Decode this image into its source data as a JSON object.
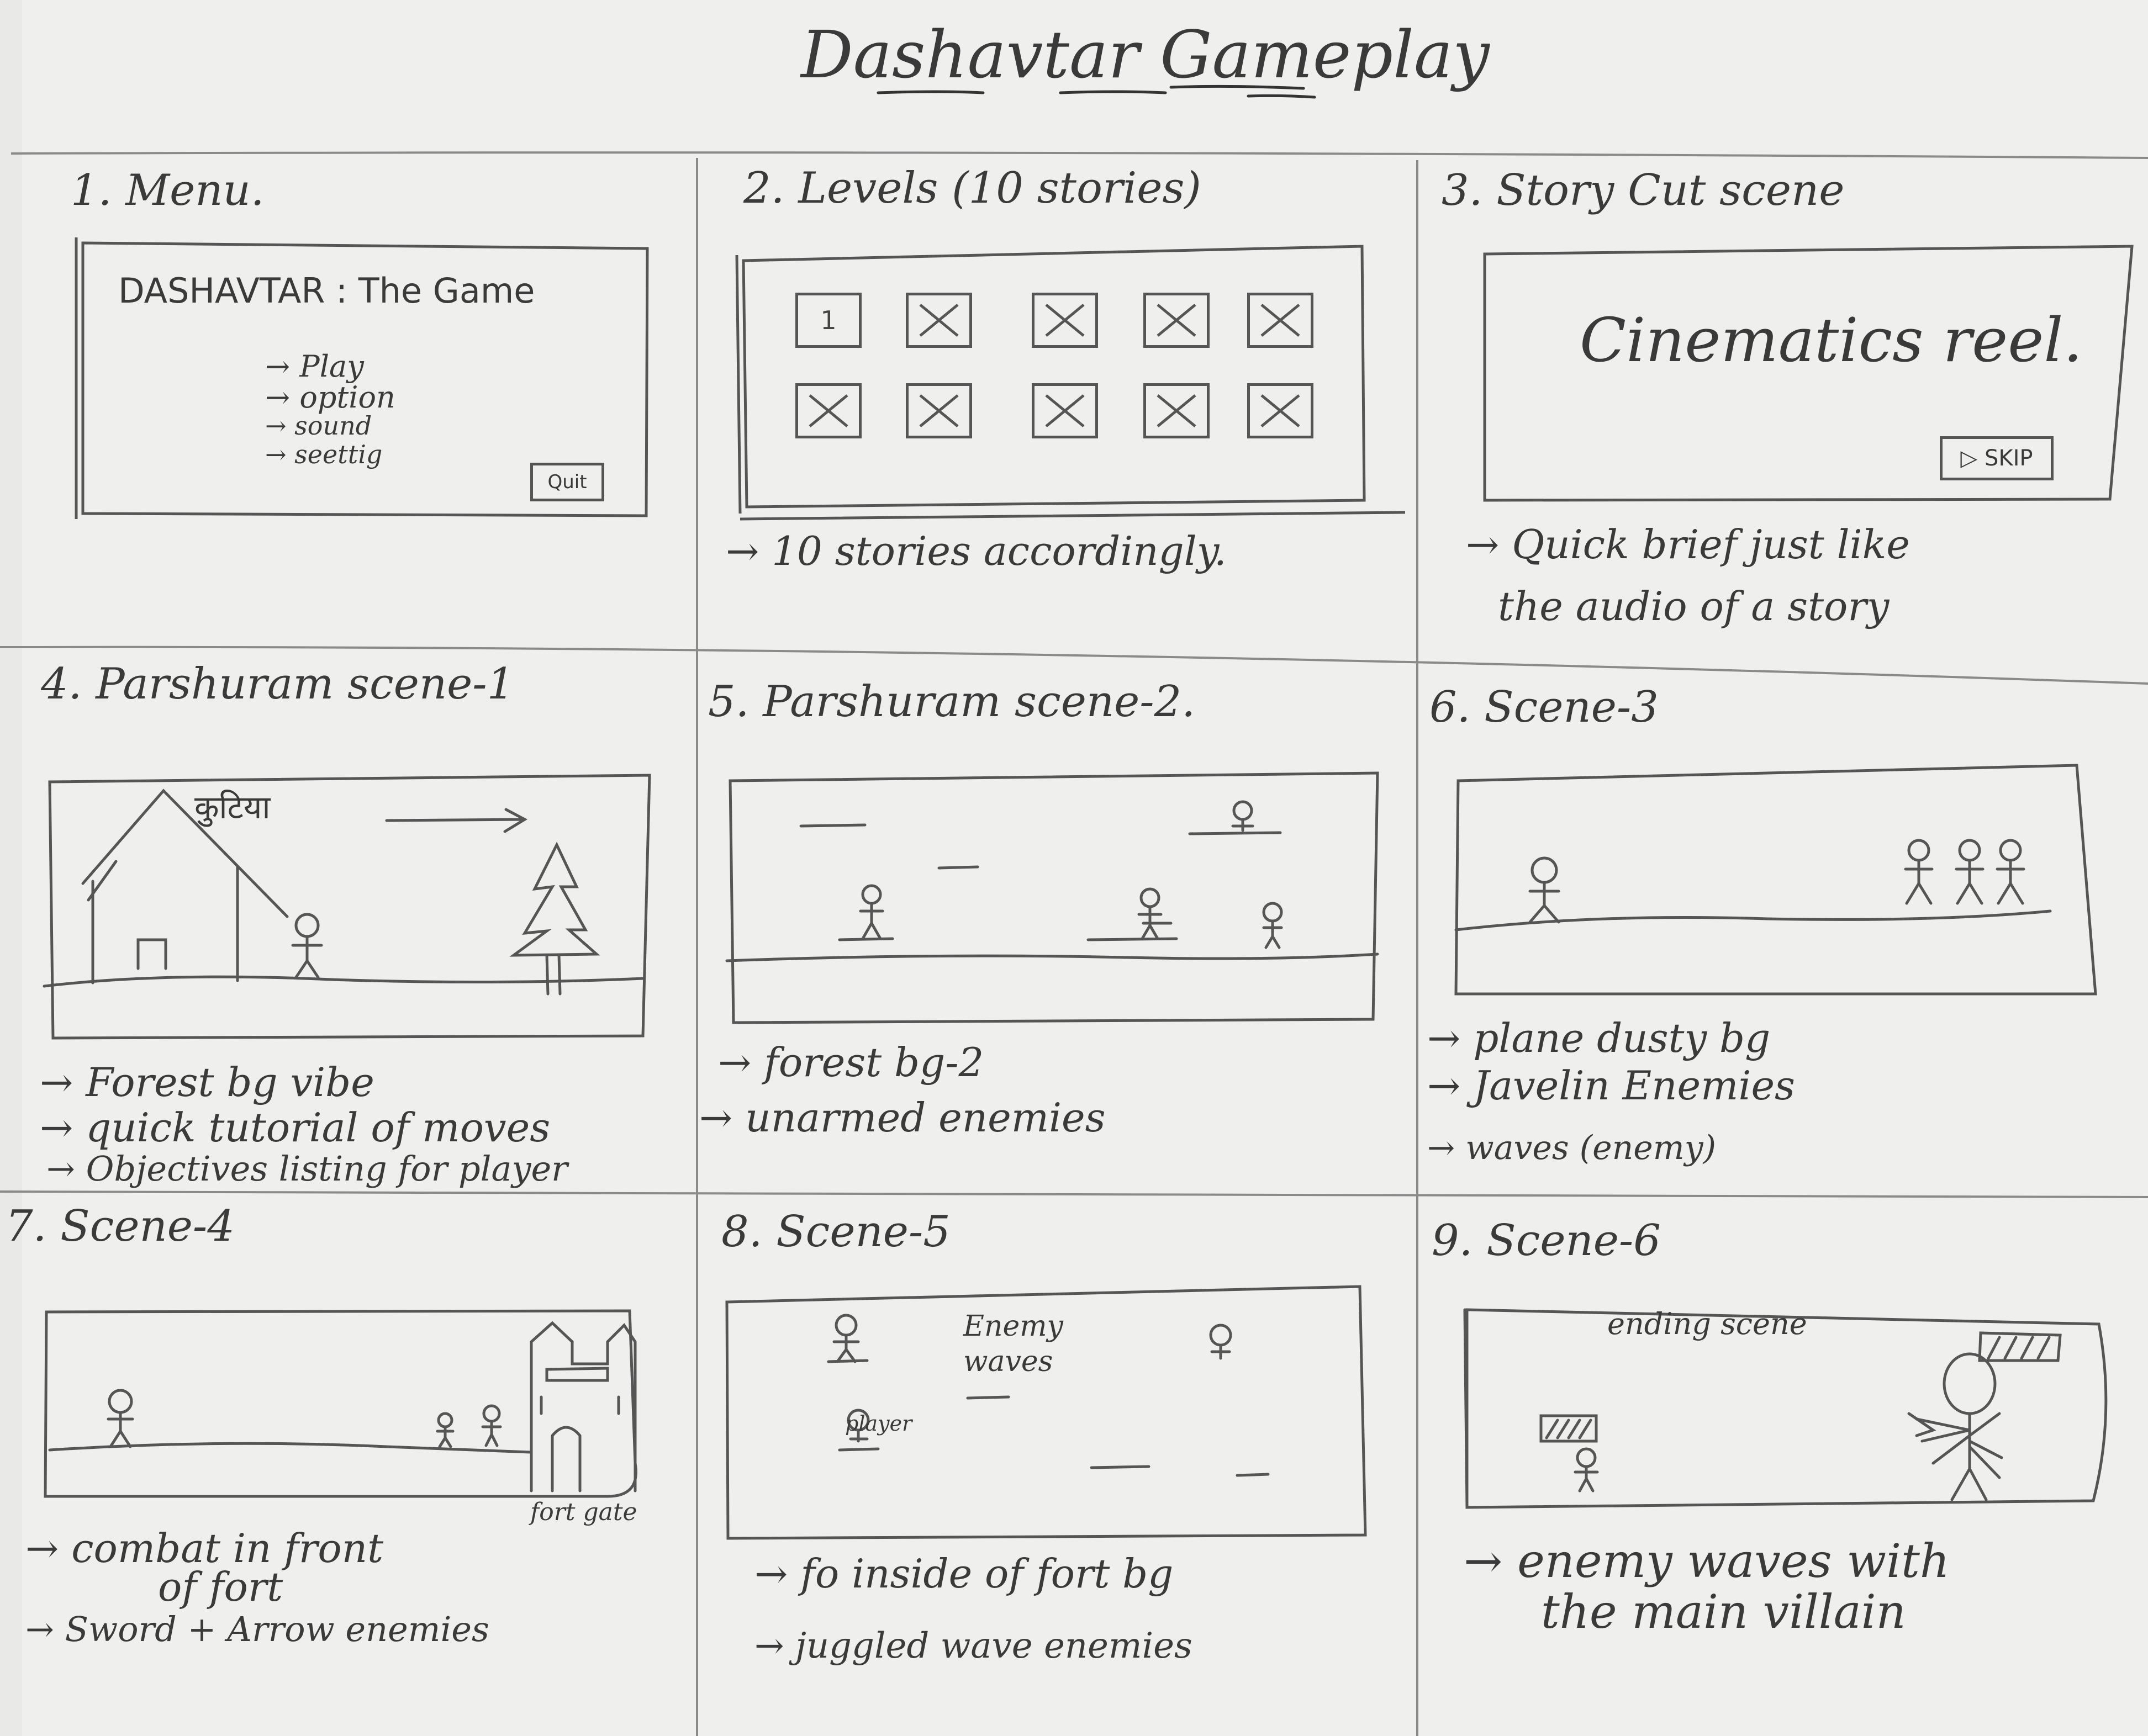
{
  "title": "Dashavtar Gameplay",
  "panels": [
    {
      "heading": "1. Menu.",
      "screen": {
        "game_title": "DASHAVTAR : The Game",
        "menu": [
          "→ Play",
          "→ option",
          "→ sound",
          "→ seettig"
        ],
        "quit_label": "Quit"
      }
    },
    {
      "heading": "2. Levels (10 stories)",
      "level_first": "1",
      "notes": [
        "→ 10 stories accordingly."
      ]
    },
    {
      "heading": "3. Story Cut scene",
      "screen_text": "Cinematics reel.",
      "skip_label": "▷ SKIP",
      "notes": [
        "→ Quick brief just like",
        "the audio of a story"
      ]
    },
    {
      "heading": "4. Parshuram scene-1",
      "hut_label": "कुटिया",
      "notes": [
        "→ Forest bg vibe",
        "→ quick tutorial of moves",
        "→ Objectives listing for player"
      ]
    },
    {
      "heading": "5. Parshuram scene-2.",
      "notes": [
        "→ forest bg-2",
        "→ unarmed enemies"
      ]
    },
    {
      "heading": "6. Scene-3",
      "notes": [
        "→ plane dusty bg",
        "→ Javelin Enemies",
        "→ waves (enemy)"
      ]
    },
    {
      "heading": "7. Scene-4",
      "fort_label": "fort gate",
      "notes": [
        "→ combat in front",
        "of fort",
        "→ Sword + Arrow enemies"
      ]
    },
    {
      "heading": "8. Scene-5",
      "enemy_label": "Enemy waves",
      "player_label": "player",
      "notes": [
        "→ fo inside of fort bg",
        "→ juggled wave enemies"
      ]
    },
    {
      "heading": "9. Scene-6",
      "screen_text": "ending scene",
      "notes": [
        "→ enemy waves with",
        "the main villain"
      ]
    }
  ]
}
